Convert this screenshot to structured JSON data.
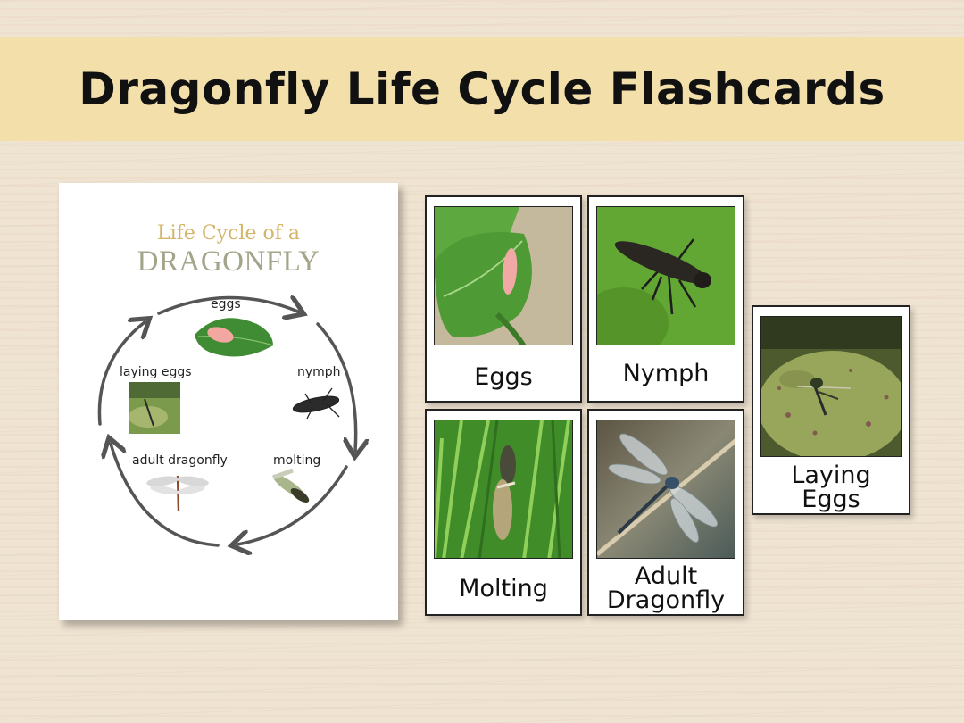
{
  "banner": {
    "title": "Dragonfly Life Cycle Flashcards"
  },
  "poster": {
    "title_line1": "Life Cycle of a",
    "title_line2": "DRAGONFLY",
    "stages": {
      "eggs": "eggs",
      "nymph": "nymph",
      "molting": "molting",
      "adult": "adult dragonfly",
      "laying": "laying eggs"
    }
  },
  "cards": [
    {
      "id": "eggs",
      "caption_lines": [
        "Eggs"
      ]
    },
    {
      "id": "nymph",
      "caption_lines": [
        "Nymph"
      ]
    },
    {
      "id": "molting",
      "caption_lines": [
        "Molting"
      ]
    },
    {
      "id": "adult",
      "caption_lines": [
        "Adult",
        "Dragonfly"
      ]
    },
    {
      "id": "laying",
      "caption_lines": [
        "Laying",
        "Eggs"
      ]
    }
  ],
  "colors": {
    "banner": "#f2dfaa",
    "poster_title_gold": "#d4b56a",
    "poster_title_grey": "#a3a489",
    "arrow": "#555555"
  }
}
